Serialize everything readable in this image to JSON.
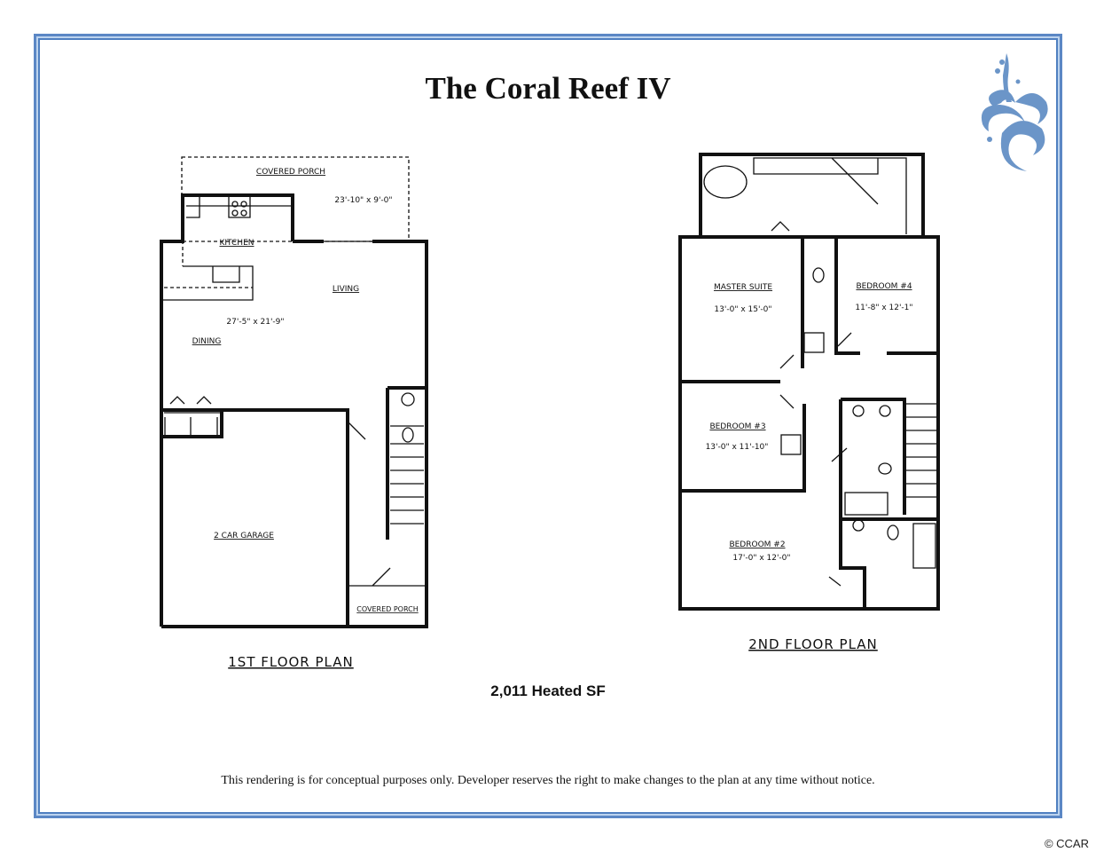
{
  "title": "The Coral Reef IV",
  "heated_sf": "2,011 Heated SF",
  "disclaimer": "This rendering is for conceptual purposes only.  Developer reserves the right to make changes to the plan at any time without notice.",
  "copyright": "© CCAR",
  "logo": {
    "icon": "coral-swirl-logo",
    "color": "#6b95c8"
  },
  "border_color": "#5b87c5",
  "first_floor": {
    "title": "1ST FLOOR PLAN",
    "rooms": {
      "covered_porch": "COVERED PORCH",
      "covered_porch_dim": "23'-10\" x 9'-0\"",
      "kitchen": "KITCHEN",
      "living": "LIVING",
      "living_dim": "27'-5\" x 21'-9\"",
      "dining": "DINING",
      "garage": "2 CAR GARAGE",
      "front_porch": "COVERED PORCH"
    }
  },
  "second_floor": {
    "title": "2ND FLOOR PLAN",
    "rooms": {
      "master": "MASTER SUITE",
      "master_dim": "13'-0\" x 15'-0\"",
      "bed4": "BEDROOM #4",
      "bed4_dim": "11'-8\" x 12'-1\"",
      "bed3": "BEDROOM #3",
      "bed3_dim": "13'-0\" x 11'-10\"",
      "bed2": "BEDROOM #2",
      "bed2_dim": "17'-0\" x 12'-0\""
    }
  }
}
